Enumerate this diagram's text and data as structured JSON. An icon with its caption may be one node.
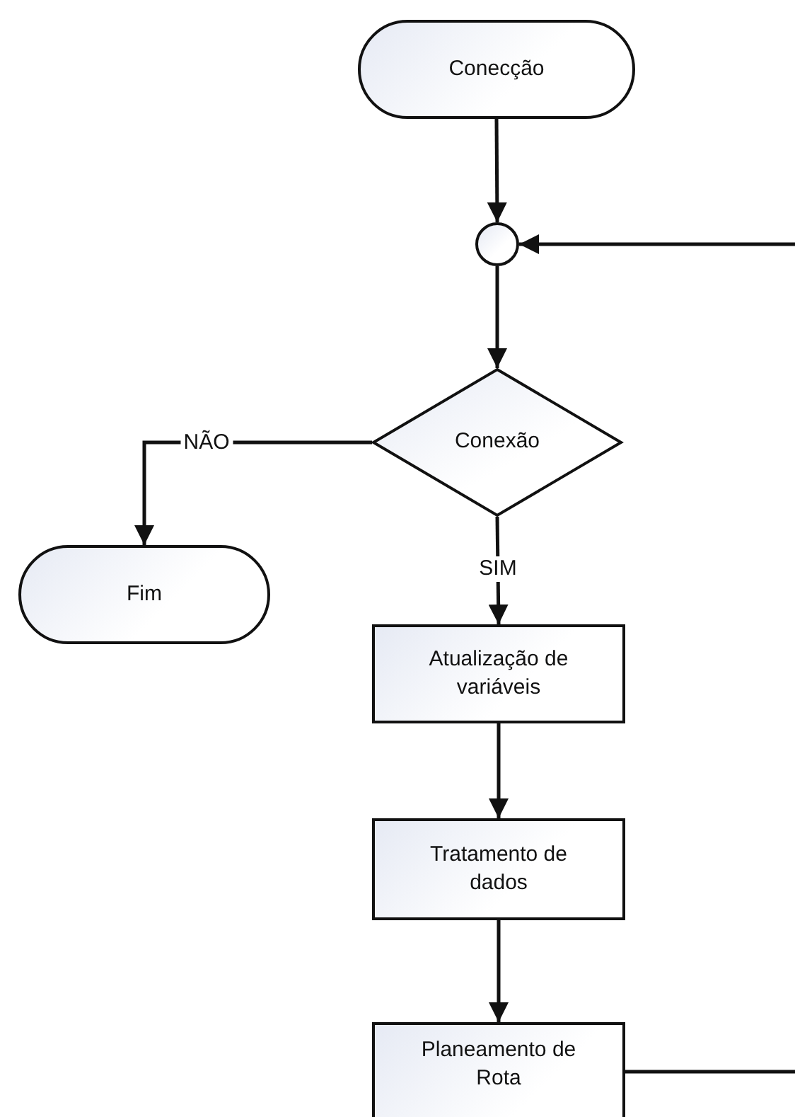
{
  "diagram": {
    "nodes": [
      {
        "text": [
          "Conecção"
        ]
      },
      {
        "text": [],
        "shape": "circle"
      },
      {
        "text": [
          "Conexão"
        ]
      },
      {
        "text": [
          "Fim"
        ]
      },
      {
        "text": [
          "Atualização de variáveis"
        ]
      },
      {
        "text": [
          "Tratamento de dados"
        ]
      },
      {
        "text": [
          "Planeamento de Rota"
        ]
      }
    ],
    "edges": [
      {
        "from": 0,
        "to": 1,
        "arrow": "to"
      },
      {
        "from": null,
        "to": 1,
        "arrow": "to"
      },
      {
        "from": 1,
        "to": 2,
        "arrow": "to"
      },
      {
        "from": 2,
        "to": 3,
        "label": "NÃO",
        "arrow": "to"
      },
      {
        "from": 2,
        "to": 4,
        "label": "SIM",
        "arrow": "to"
      },
      {
        "from": 4,
        "to": 5,
        "arrow": "to"
      },
      {
        "from": 5,
        "to": 6,
        "arrow": "to"
      },
      {
        "from": 6,
        "to": null,
        "arrow": "none"
      }
    ]
  }
}
